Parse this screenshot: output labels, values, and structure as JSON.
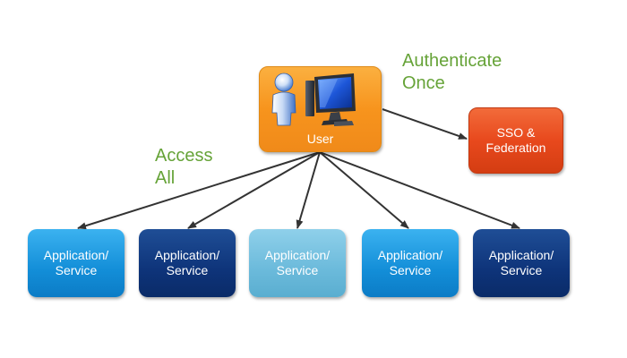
{
  "diagram": {
    "user": {
      "label": "User",
      "icons": [
        "person-icon",
        "computer-monitor-icon"
      ],
      "color": "#f7941d"
    },
    "sso": {
      "label": "SSO &\nFederation",
      "color": "#e8491d"
    },
    "annotations": {
      "authenticate": "Authenticate\nOnce",
      "access": "Access\nAll",
      "color": "#66a338"
    },
    "applications": [
      {
        "label": "Application/\nService",
        "color": "#138ed8"
      },
      {
        "label": "Application/\nService",
        "color": "#0e347a"
      },
      {
        "label": "Application/\nService",
        "color": "#6bbadb"
      },
      {
        "label": "Application/\nService",
        "color": "#138ed8"
      },
      {
        "label": "Application/\nService",
        "color": "#0e347a"
      }
    ]
  }
}
